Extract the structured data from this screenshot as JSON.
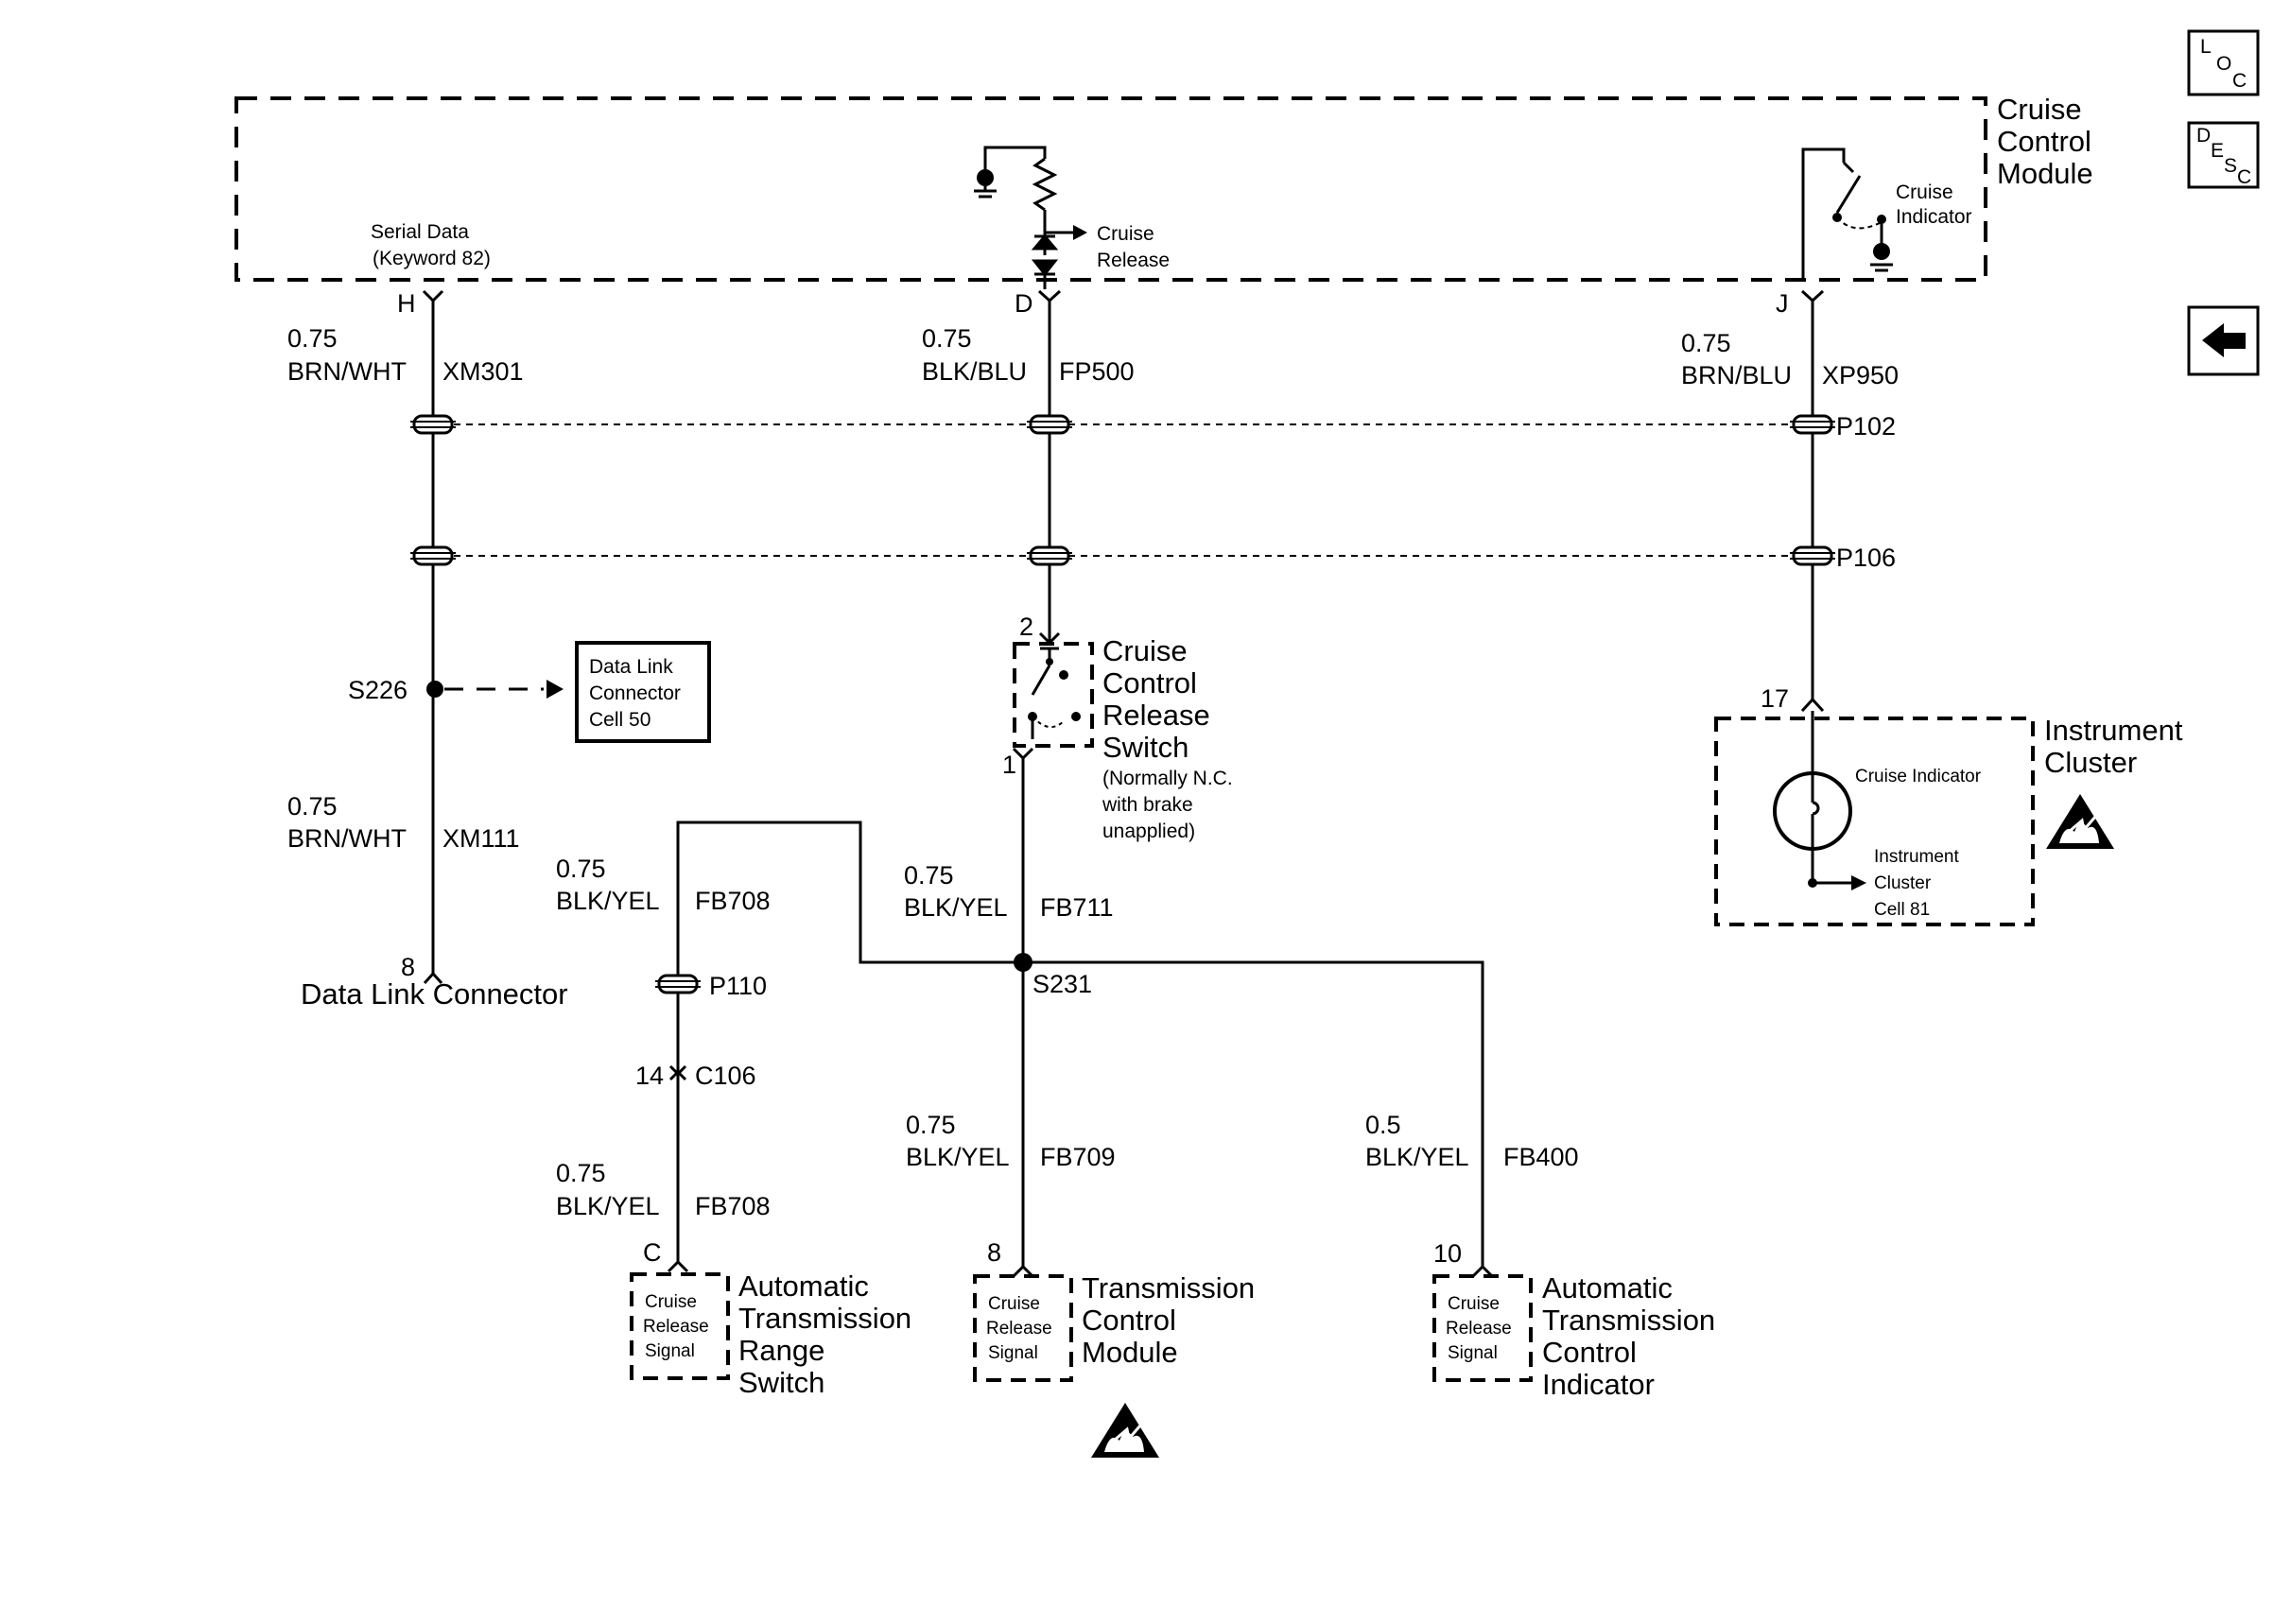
{
  "nav": {
    "loc_icon": "loc-icon",
    "desc_icon": "desc-icon",
    "back_icon": "back-arrow-icon",
    "loc": {
      "a": "L",
      "b": "O",
      "c": "C"
    },
    "desc": {
      "a": "D",
      "b": "E",
      "c": "S",
      "d": "C"
    }
  },
  "module": {
    "name": [
      "Cruise",
      "Control",
      "Module"
    ],
    "serial_data": [
      "Serial Data",
      "(Keyword 82)"
    ],
    "cruise_release": [
      "Cruise",
      "Release"
    ],
    "cruise_indicator": [
      "Cruise",
      "Indicator"
    ],
    "pins": {
      "h": "H",
      "d": "D",
      "j": "J"
    }
  },
  "wires": {
    "xm301": {
      "gauge": "0.75",
      "color": "BRN/WHT",
      "circuit": "XM301"
    },
    "fp500": {
      "gauge": "0.75",
      "color": "BLK/BLU",
      "circuit": "FP500"
    },
    "xp950": {
      "gauge": "0.75",
      "color": "BRN/BLU",
      "circuit": "XP950"
    },
    "xm111": {
      "gauge": "0.75",
      "color": "BRN/WHT",
      "circuit": "XM111"
    },
    "fb708_upper": {
      "gauge": "0.75",
      "color": "BLK/YEL",
      "circuit": "FB708"
    },
    "fb711": {
      "gauge": "0.75",
      "color": "BLK/YEL",
      "circuit": "FB711"
    },
    "fb708_lower": {
      "gauge": "0.75",
      "color": "BLK/YEL",
      "circuit": "FB708"
    },
    "fb709": {
      "gauge": "0.75",
      "color": "BLK/YEL",
      "circuit": "FB709"
    },
    "fb400": {
      "gauge": "0.5",
      "color": "BLK/YEL",
      "circuit": "FB400"
    }
  },
  "connectors": {
    "p102": "P102",
    "p106": "P106",
    "p110": "P110",
    "c106": "C106",
    "c106_pin": "14"
  },
  "splices": {
    "s226": "S226",
    "s231": "S231"
  },
  "dlc_ref": [
    "Data  Link",
    "Connector",
    "Cell 50"
  ],
  "dlc": {
    "pin": "8",
    "label": "Data Link Connector"
  },
  "release_switch": {
    "pin_top": "2",
    "pin_bottom": "1",
    "name": [
      "Cruise",
      "Control",
      "Release",
      "Switch"
    ],
    "note": [
      "(Normally N.C.",
      "with brake",
      "unapplied)"
    ]
  },
  "instrument_cluster": {
    "pin": "17",
    "name": [
      "Instrument",
      "Cluster"
    ],
    "indicator_label": "Cruise Indicator",
    "ref": [
      "Instrument",
      "Cluster",
      "Cell 81"
    ]
  },
  "signal_box": [
    "Cruise",
    "Release",
    "Signal"
  ],
  "components": {
    "range_switch": {
      "pin": "C",
      "name": [
        "Automatic",
        "Transmission",
        "Range",
        "Switch"
      ]
    },
    "tcm": {
      "pin": "8",
      "name": [
        "Transmission",
        "Control",
        "Module"
      ]
    },
    "tci": {
      "pin": "10",
      "name": [
        "Automatic",
        "Transmission",
        "Control",
        "Indicator"
      ]
    }
  }
}
